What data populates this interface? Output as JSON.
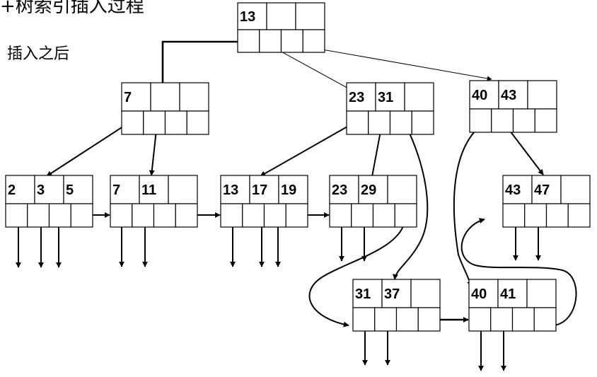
{
  "title": "+树索引插入过程",
  "subtitle": "插入之后",
  "nodes": [
    {
      "id": "root",
      "keys": [
        "13",
        "",
        ""
      ]
    },
    {
      "id": "int-7",
      "keys": [
        "7",
        "",
        ""
      ]
    },
    {
      "id": "int-23-31",
      "keys": [
        "23",
        "31",
        ""
      ]
    },
    {
      "id": "int-40-43",
      "keys": [
        "40",
        "43",
        ""
      ]
    },
    {
      "id": "leaf-2-3-5",
      "keys": [
        "2",
        "3",
        "5"
      ]
    },
    {
      "id": "leaf-7-11",
      "keys": [
        "7",
        "11",
        ""
      ]
    },
    {
      "id": "leaf-13-17-19",
      "keys": [
        "13",
        "17",
        "19"
      ]
    },
    {
      "id": "leaf-23-29",
      "keys": [
        "23",
        "29",
        ""
      ]
    },
    {
      "id": "leaf-43-47",
      "keys": [
        "43",
        "47",
        ""
      ]
    },
    {
      "id": "leaf-31-37",
      "keys": [
        "31",
        "37",
        ""
      ]
    },
    {
      "id": "leaf-40-41",
      "keys": [
        "40",
        "41",
        ""
      ]
    }
  ]
}
